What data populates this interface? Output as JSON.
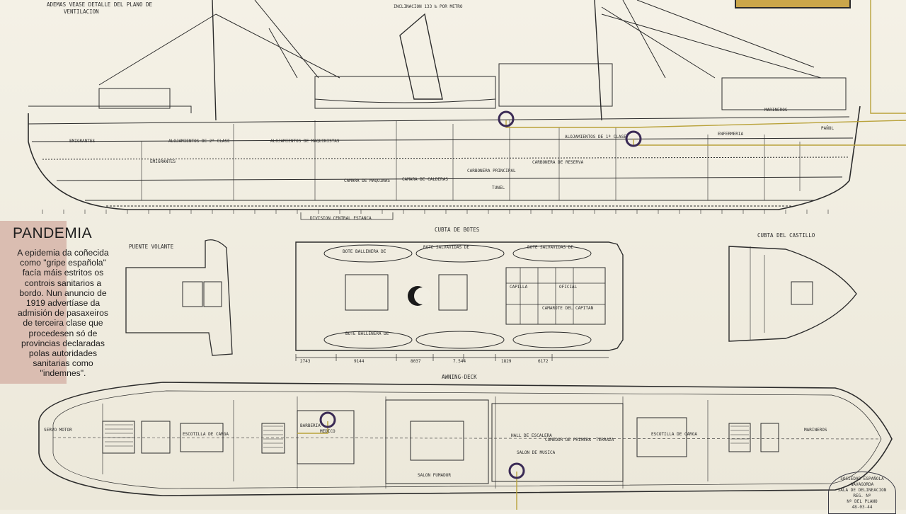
{
  "panel": {
    "title": "PANDEMIA",
    "body": "A epidemia da coñecida como \"gripe española\" facía máis estritos os controis sanitarios a bordo. Nun anuncio de 1919 advertíase da admisión de pasaxeiros de terceira clase que procedesen só de provincias declaradas polas autoridades sanitarias como \"indemnes\"."
  },
  "labels": {
    "top_note": "ADEMAS VEASE DETALLE DEL PLANO DE",
    "top_note2": "VENTILACION",
    "inclinacion": "INCLINACION 133 ‰ POR METRO",
    "cubierta_botes": "CUBTA DE BOTES",
    "cubierta_castillo": "CUBTA DEL CASTILLO",
    "puente_volante": "PUENTE VOLANTE",
    "awning_deck": "AWNING-DECK",
    "division_central": "DIVISION CENTRAL ESTANCA",
    "emigrantes": "EMIGRANTES",
    "alojamientos_2": "ALOJAMIENTOS DE 2ª CLASE",
    "alojamientos_maquinistas": "ALOJAMIENTOS DE MAQUINISTAS",
    "alojamientos_1": "ALOJAMIENTOS DE 1ª CLASE",
    "marineros": "MARINEROS",
    "enfermeria": "ENFERMERIA",
    "panol": "PAÑOL",
    "camara_maquinas": "CAMARA DE MAQUINAS",
    "camara_calderas": "CAMARA DE CALDERAS",
    "carbonera_principal": "CARBONERA PRINCIPAL",
    "carbonera_reserva": "CARBONERA DE RESERVA",
    "tunel": "TUNEL",
    "bote_salvavidas": "BOTE SALVAVIDAS DE",
    "bote_ballenera": "BOTE BALLENERA DE",
    "camarote_capitan": "CAMAROTE DEL CAPITAN",
    "capilla": "CAPILLA",
    "oficial": "OFICIAL",
    "comedor": "COMEDOR DE PRIMERA",
    "salon_fumador": "SALON FUMADOR",
    "salon_musica": "SALON DE MUSICA",
    "hall_escalera": "HALL DE ESCALERA",
    "servo_motor": "SERVO MOTOR",
    "terraza": "TERRAZA",
    "medico": "MEDICO",
    "barberia": "BARBERIA",
    "escotilla_carga": "ESCOTILLA DE CARGA",
    "dim1": "2743",
    "dim2": "9144",
    "dim3": "8037",
    "dim4": "7.544",
    "dim5": "1829",
    "dim6": "6172"
  },
  "stamp": {
    "line1": "SOCIEDAD ESPAÑOLA",
    "line2": "NAVAGORDA",
    "line3": "SALA DE DELINEACION",
    "line4": "REG. Nº",
    "line5": "Nº DEL PLANO",
    "line6": "48-03-44"
  },
  "colors": {
    "paper": "#f1eee2",
    "ink": "#2a2a2a",
    "accent_line": "#b9a23a",
    "marker": "#3a2a55",
    "panel": "#d8b8ad"
  }
}
